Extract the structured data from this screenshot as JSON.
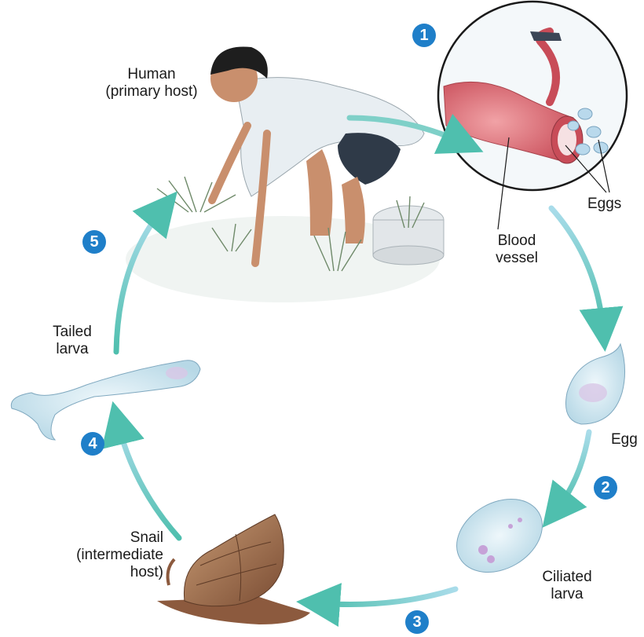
{
  "colors": {
    "step_badge": "#1f7fc9",
    "arrow_light": "#9fd8e6",
    "arrow_teal": "#4fbfae",
    "blood_vessel": "#d9656f",
    "larva_body": "#cfe6f0",
    "snail_shell": "#9a6a4a"
  },
  "steps": [
    {
      "number": "1"
    },
    {
      "number": "2"
    },
    {
      "number": "3"
    },
    {
      "number": "4"
    },
    {
      "number": "5"
    }
  ],
  "labels": {
    "human_line1": "Human",
    "human_line2": "(primary host)",
    "eggs": "Eggs",
    "blood_vessel_line1": "Blood",
    "blood_vessel_line2": "vessel",
    "egg": "Egg",
    "ciliated_line1": "Ciliated",
    "ciliated_line2": "larva",
    "snail_line1": "Snail",
    "snail_line2": "(intermediate",
    "snail_line3": "host)",
    "tailed_line1": "Tailed",
    "tailed_line2": "larva"
  }
}
